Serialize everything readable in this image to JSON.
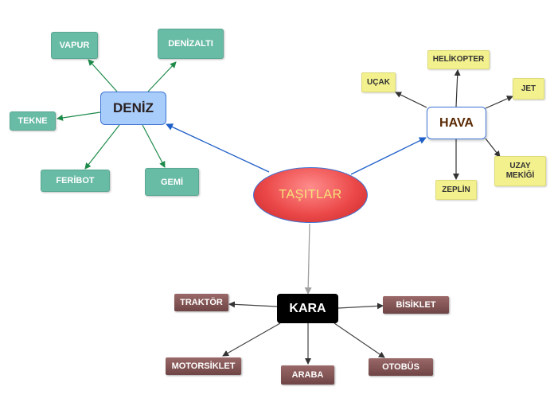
{
  "center": {
    "label": "TAŞITLAR"
  },
  "deniz": {
    "label": "DENİZ",
    "items": [
      "VAPUR",
      "DENİZALTI",
      "TEKNE",
      "FERİBOT",
      "GEMİ"
    ]
  },
  "hava": {
    "label": "HAVA",
    "items": [
      "UÇAK",
      "HELİKOPTER",
      "JET",
      "UZAY MEKİĞİ",
      "ZEPLİN"
    ]
  },
  "kara": {
    "label": "KARA",
    "items": [
      "TRAKTÖR",
      "BİSİKLET",
      "MOTORSİKLET",
      "ARABA",
      "OTOBÜS"
    ]
  },
  "colors": {
    "sea_node": "#68bba5",
    "air_node": "#f3f08e",
    "land_node": "#7d5151",
    "hub_border": "#3f73d4",
    "center_fill": "#ec4a4a",
    "sea_edge": "#1e8a4a",
    "air_edge": "#333333",
    "land_edge": "#444444",
    "center_edge_blue": "#1f5fc8",
    "center_edge_gray": "#a0a0a0"
  }
}
